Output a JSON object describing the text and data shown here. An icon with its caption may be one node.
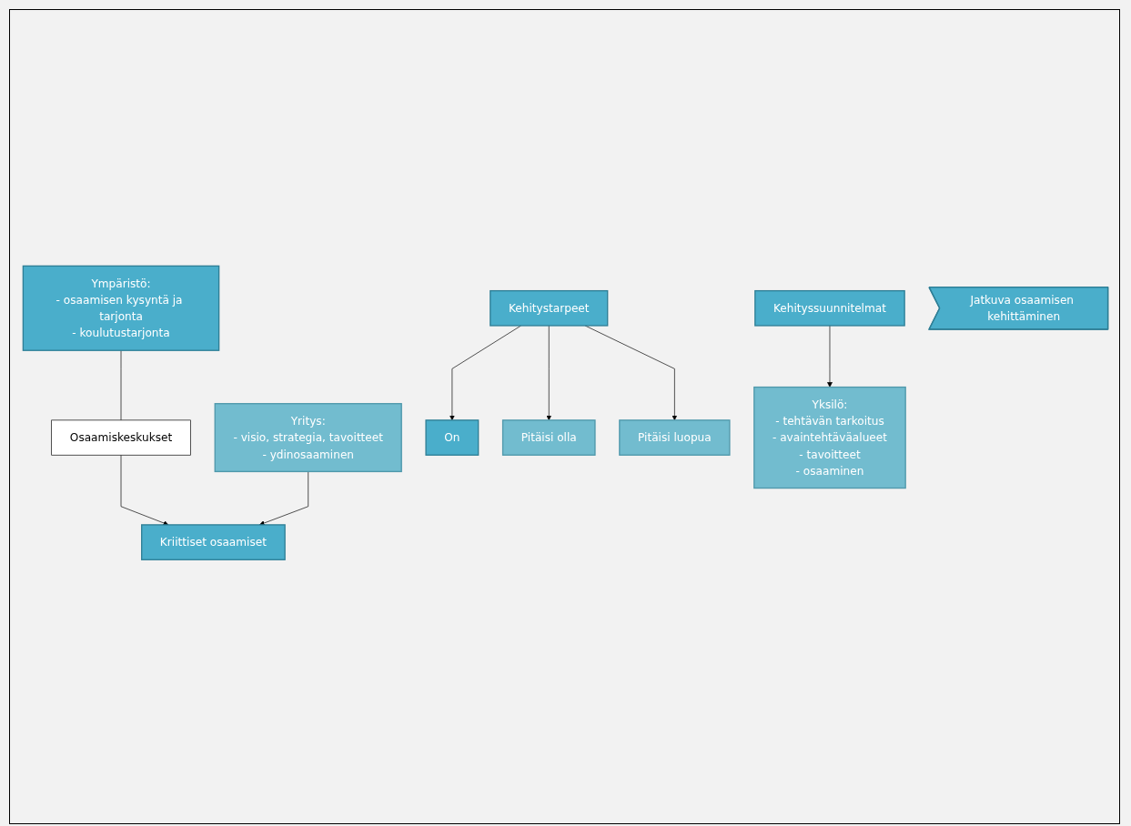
{
  "diagram": {
    "nodes": [
      {
        "text": [
          "Ympäristö:",
          "- osaamisen kysyntä ja tarjonta",
          "- koulutustarjonta"
        ]
      },
      {
        "text": [
          "Osaamiskeskukset"
        ]
      },
      {
        "text": [
          "Yritys:",
          "- visio, strategia, tavoitteet",
          "- ydinosaaminen"
        ]
      },
      {
        "text": [
          "Kriittiset osaamiset"
        ]
      },
      {
        "text": [
          "Kehitystarpeet"
        ]
      },
      {
        "text": [
          "Kehityssuunnitelmat"
        ]
      },
      {
        "text": [
          "Jatkuva osaamisen kehittäminen"
        ]
      },
      {
        "text": [
          "On"
        ]
      },
      {
        "text": [
          "Pitäisi olla"
        ]
      },
      {
        "text": [
          "Pitäisi luopua"
        ]
      },
      {
        "text": [
          "Yksilö:",
          "- tehtävän tarkoitus",
          "- avaintehtäväalueet",
          "- tavoitteet",
          "- osaaminen"
        ]
      }
    ],
    "edges": [
      {
        "from": 0,
        "to": 1,
        "arrow": "none"
      },
      {
        "from": 1,
        "to": 3,
        "arrow": "to"
      },
      {
        "from": 2,
        "to": 3,
        "arrow": "to"
      },
      {
        "from": 4,
        "to": 7,
        "arrow": "to"
      },
      {
        "from": 4,
        "to": 8,
        "arrow": "to"
      },
      {
        "from": 4,
        "to": 9,
        "arrow": "to"
      },
      {
        "from": 5,
        "to": 10,
        "arrow": "to"
      }
    ]
  }
}
